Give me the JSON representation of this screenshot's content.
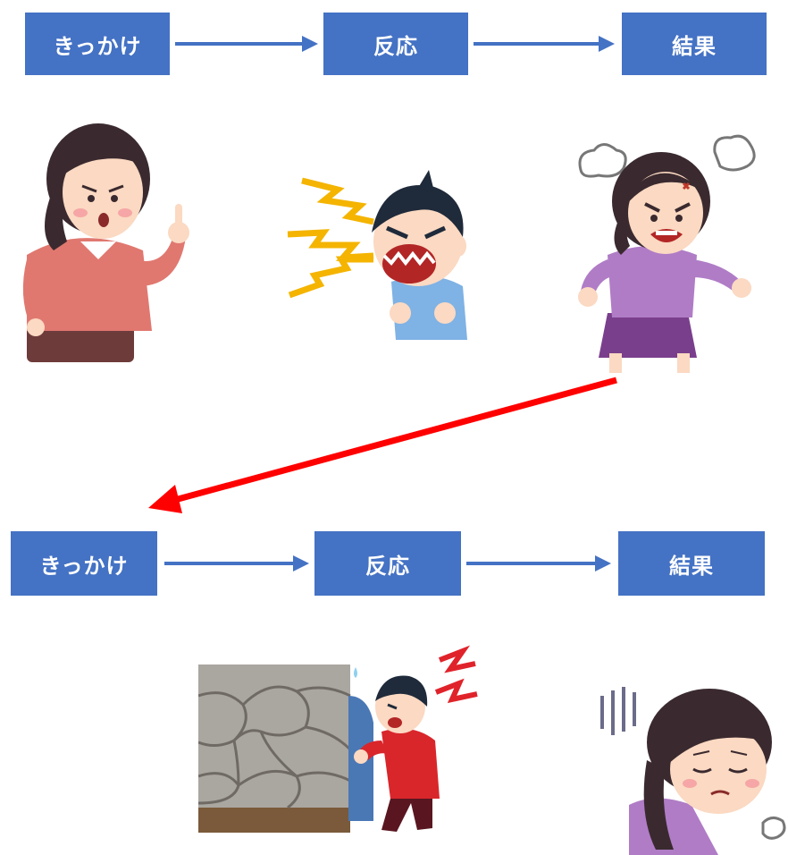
{
  "row1": {
    "trigger": "きっかけ",
    "reaction": "反応",
    "result": "結果"
  },
  "row2": {
    "trigger": "きっかけ",
    "reaction": "反応",
    "result": "結果"
  },
  "colors": {
    "box": "#4472c4",
    "flow_arrow": "#4472c4",
    "feedback_arrow": "#ff0000"
  },
  "illustrations": [
    "scolding-woman",
    "shouting-boy",
    "angry-woman",
    "pushing-wall-man",
    "depressed-woman"
  ]
}
